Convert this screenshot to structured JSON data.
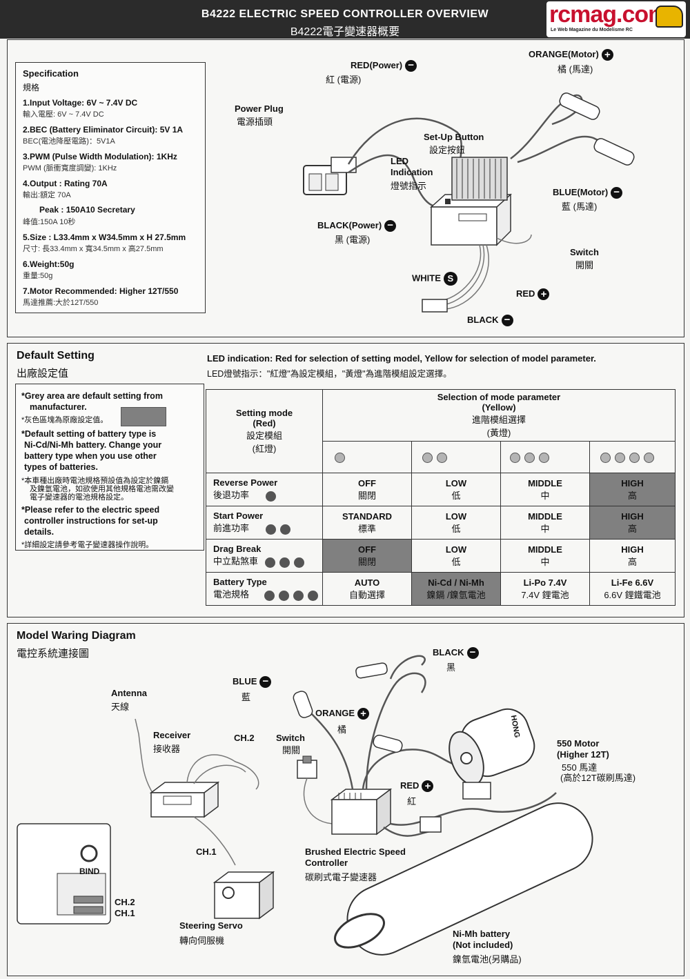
{
  "header": {
    "title_en": "B4222 ELECTRIC SPEED CONTROLLER OVERVIEW",
    "title_zh": "B4222電子變速器概要",
    "logo_text": "rcmag.com",
    "logo_sub": "Le Web Magazine du Modelisme RC"
  },
  "spec": {
    "title": "Specification",
    "title_zh": "規格",
    "items": [
      {
        "en": "1.Input Voltage: 6V ~ 7.4V DC",
        "zh": "輸入電壓: 6V ~ 7.4V DC"
      },
      {
        "en": "2.BEC (Battery Eliminator Circuit): 5V 1A",
        "zh": "BEC(電池降壓電路)：5V1A"
      },
      {
        "en": "3.PWM (Pulse Width Modulation): 1KHz",
        "zh": "PWM (脈衝寬度調變): 1KHz"
      },
      {
        "en": "4.Output : Rating 70A",
        "zh": "輸出:額定 70A"
      },
      {
        "en": "Peak : 150A10 Secretary",
        "zh": "峰值:150A 10秒"
      },
      {
        "en": "5.Size : L33.4mm x W34.5mm x H 27.5mm",
        "zh": "尺寸: 長33.4mm x 寬34.5mm x 高27.5mm"
      },
      {
        "en": "6.Weight:50g",
        "zh": "重量:50g"
      },
      {
        "en": "7.Motor Recommended: Higher 12T/550",
        "zh": "馬達推薦:大於12T/550"
      }
    ]
  },
  "top_diagram": {
    "red_power": "RED(Power)",
    "red_power_zh": "紅 (電源)",
    "orange_motor": "ORANGE(Motor)",
    "orange_motor_zh": "橘 (馬達)",
    "power_plug": "Power Plug",
    "power_plug_zh": "電源插頭",
    "setup_button": "Set-Up Button",
    "setup_button_zh": "設定按鈕",
    "led_indication": "LED",
    "led_indication_2": "Indication",
    "led_indication_zh": "燈號指示",
    "blue_motor": "BLUE(Motor)",
    "blue_motor_zh": "藍 (馬達)",
    "black_power": "BLACK(Power)",
    "black_power_zh": "黑 (電源)",
    "switch": "Switch",
    "switch_zh": "開關",
    "white": "WHITE",
    "red": "RED",
    "black": "BLACK"
  },
  "default_setting": {
    "title": "Default Setting",
    "title_zh": "出廠設定值",
    "led_note": "LED indication: Red for selection of setting model, Yellow for selection of model parameter.",
    "led_note_zh": "LED燈號指示：\"紅燈\"為設定模組，\"黃燈\"為進階模組設定選擇。",
    "notes": [
      "*Grey area are default setting from",
      "manufacturer.",
      "*灰色區塊為原廠設定值。",
      "*Default setting of battery type is",
      "Ni-Cd/Ni-Mh battery. Change your",
      "battery type when you use other",
      "types of batteries.",
      "*本車種出廠時電池規格預設值為設定於鎳鎘",
      "及鎳氫電池，如欲使用其他規格電池需改變",
      "電子變速器的電池規格設定。",
      "*Please refer to the electric speed",
      "controller instructions for set-up",
      "details.",
      "*詳細設定請參考電子變速器操作說明。"
    ]
  },
  "mode_table": {
    "setting_mode": [
      "Setting mode",
      "(Red)",
      "設定模組",
      "(紅燈)"
    ],
    "param_header": [
      "Selection of mode parameter",
      "(Yellow)",
      "進階模組選擇",
      "(黃燈)"
    ],
    "rows": [
      {
        "name": "Reverse Power",
        "zh": "後退功率",
        "dots": 1,
        "cells": [
          [
            "OFF",
            "關閉"
          ],
          [
            "LOW",
            "低"
          ],
          [
            "MIDDLE",
            "中"
          ],
          [
            "HIGH",
            "高"
          ]
        ],
        "default_col": 3
      },
      {
        "name": "Start Power",
        "zh": "前進功率",
        "dots": 2,
        "cells": [
          [
            "STANDARD",
            "標準"
          ],
          [
            "LOW",
            "低"
          ],
          [
            "MIDDLE",
            "中"
          ],
          [
            "HIGH",
            "高"
          ]
        ],
        "default_col": 3
      },
      {
        "name": "Drag Break",
        "zh": "中立點煞車",
        "dots": 3,
        "cells": [
          [
            "OFF",
            "關閉"
          ],
          [
            "LOW",
            "低"
          ],
          [
            "MIDDLE",
            "中"
          ],
          [
            "HIGH",
            "高"
          ]
        ],
        "default_col": 0
      },
      {
        "name": "Battery Type",
        "zh": "電池規格",
        "dots": 4,
        "cells": [
          [
            "AUTO",
            "自動選擇"
          ],
          [
            "Ni-Cd / Ni-Mh",
            "鎳鎘 /鎳氫電池"
          ],
          [
            "Li-Po 7.4V",
            "7.4V 鋰電池"
          ],
          [
            "Li-Fe 6.6V",
            "6.6V 鋰鐵電池"
          ]
        ],
        "default_col": 1
      }
    ]
  },
  "wiring": {
    "title": "Model Waring Diagram",
    "title_zh": "電控系統連接圖",
    "antenna": "Antenna",
    "antenna_zh": "天線",
    "receiver": "Receiver",
    "receiver_zh": "接收器",
    "ch2": "CH.2",
    "ch1": "CH.1",
    "switch": "Switch",
    "switch_zh": "開關",
    "blue": "BLUE",
    "blue_zh": "藍",
    "orange": "ORANGE",
    "orange_zh": "橘",
    "black": "BLACK",
    "black_zh": "黑",
    "red": "RED",
    "red_zh": "紅",
    "motor": [
      "550 Motor",
      "(Higher 12T)",
      "550 馬達",
      "(高於12T碳刷馬達)"
    ],
    "esc": [
      "Brushed Electric Speed",
      "Controller",
      "碳刷式電子變速器"
    ],
    "servo": [
      "Steering Servo",
      "轉向伺服機"
    ],
    "battery": [
      "Ni-Mh battery",
      "(Not included)",
      "鎳氫電池(另購品)"
    ],
    "bind": "BIND",
    "ch2_side": "CH.2",
    "ch1_side": "CH.1",
    "motor_brand": "HONG"
  }
}
